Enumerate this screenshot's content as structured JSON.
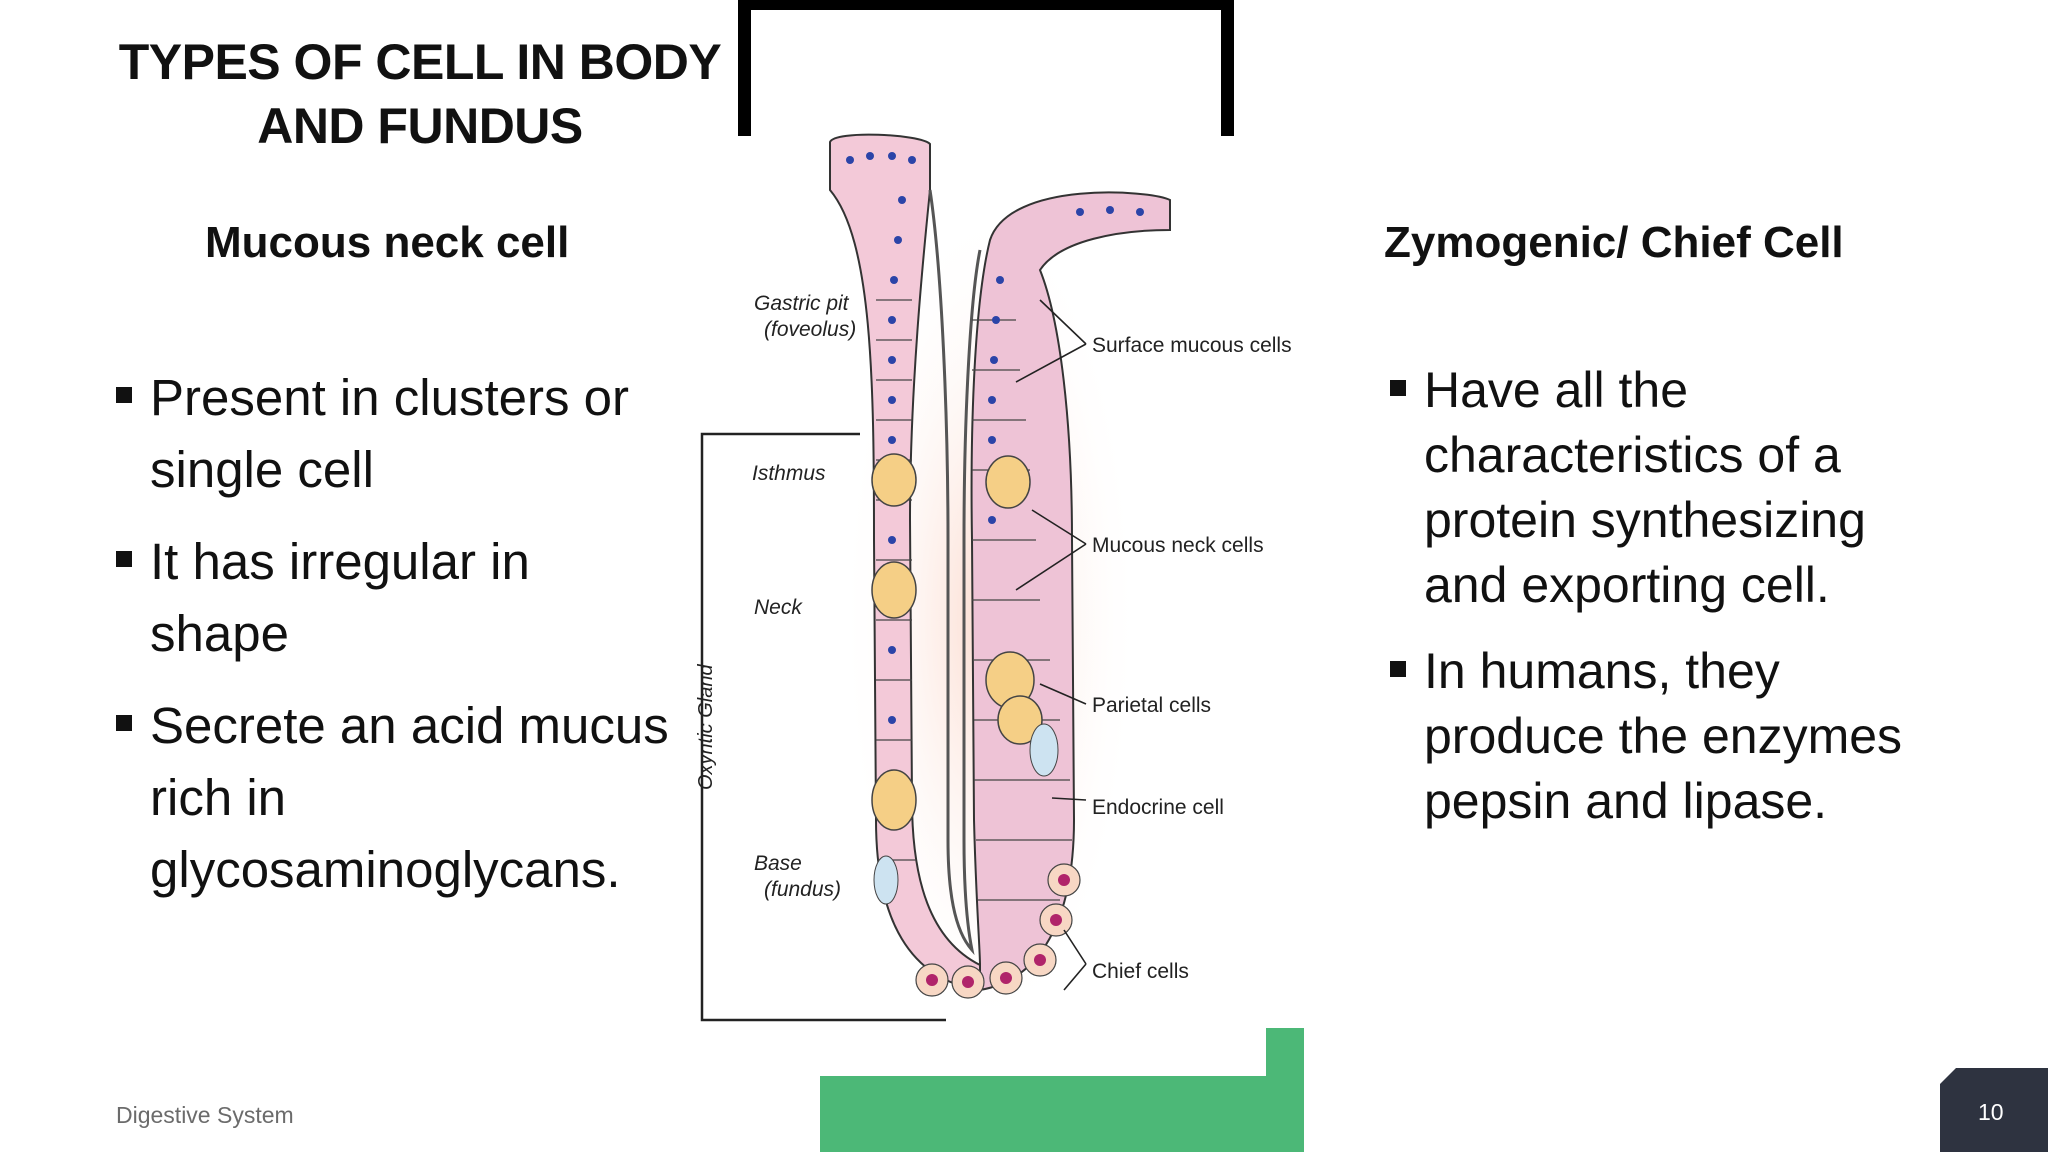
{
  "slide": {
    "title_line1": "TYPES OF CELL IN BODY",
    "title_line2": "AND FUNDUS",
    "left": {
      "heading": "Mucous neck cell",
      "bullets": [
        "Present in clusters or single cell",
        "It has irregular in shape",
        "Secrete an acid mucus rich in glycosaminoglycans."
      ]
    },
    "right": {
      "heading": "Zymogenic/ Chief Cell",
      "bullets": [
        "Have all the characteristics of a protein synthesizing and exporting cell.",
        "In humans, they produce the enzymes pepsin and lipase."
      ]
    },
    "footer": "Digestive System",
    "page_number": "10"
  },
  "figure": {
    "labels": {
      "gastric_pit_1": "Gastric pit",
      "gastric_pit_2": "(foveolus)",
      "isthmus": "Isthmus",
      "neck": "Neck",
      "base_1": "Base",
      "base_2": "(fundus)",
      "oxyntic_gland": "Oxyntic Gland",
      "surface_mucous": "Surface mucous cells",
      "mucous_neck": "Mucous neck cells",
      "parietal": "Parietal cells",
      "endocrine": "Endocrine cell",
      "chief": "Chief cells"
    }
  },
  "colors": {
    "accent_green": "#4cb877",
    "page_box": "#2e3340",
    "frame": "#000000"
  }
}
